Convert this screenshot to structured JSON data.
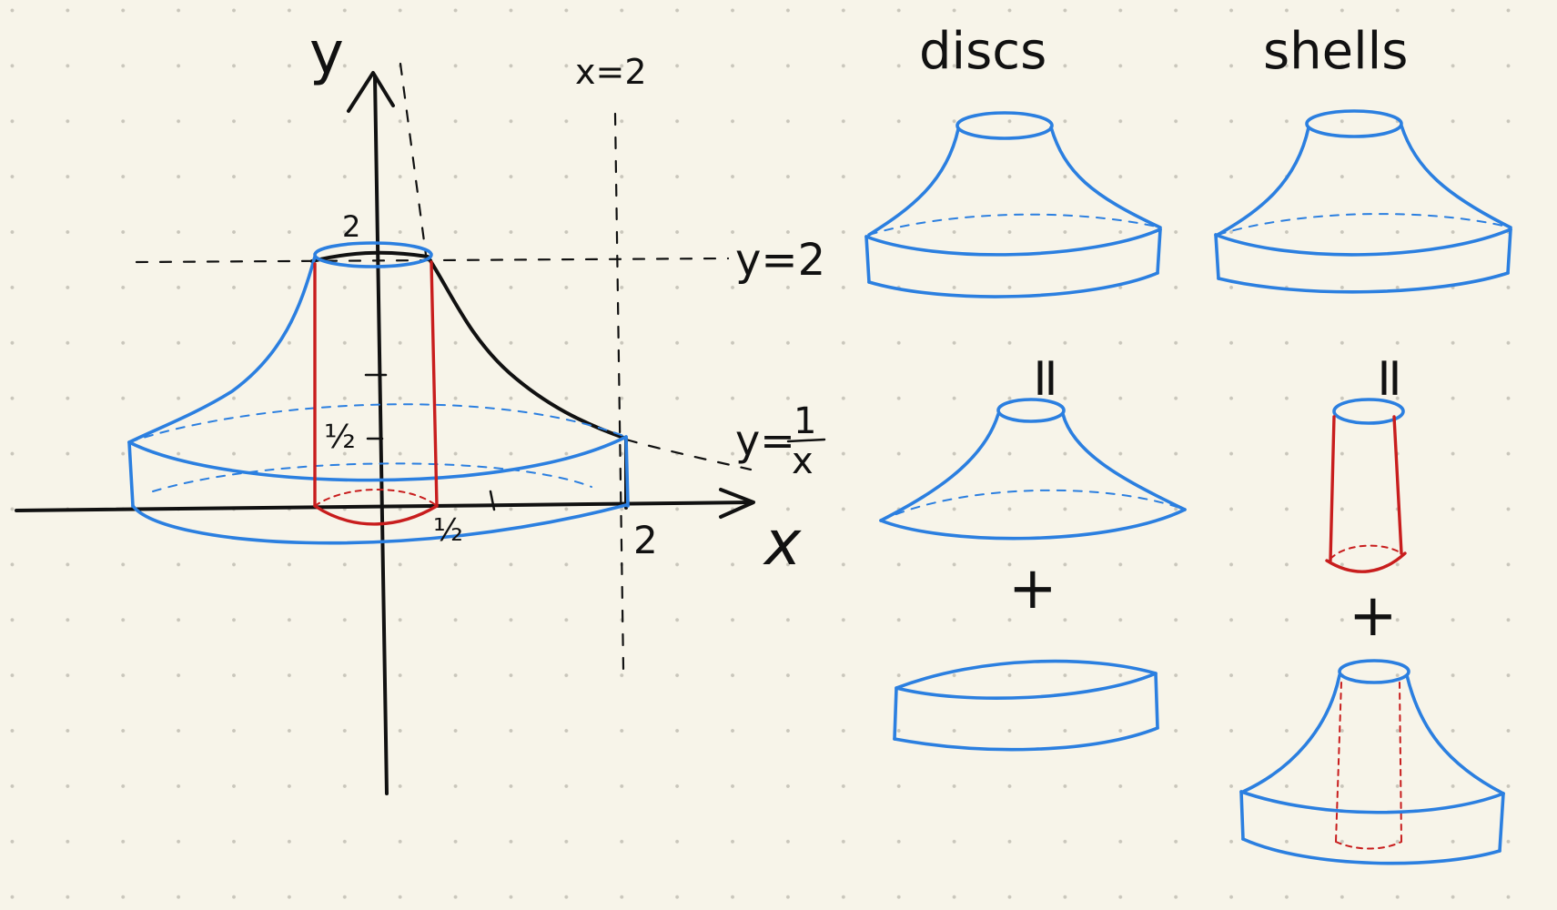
{
  "labels": {
    "y_axis": "y",
    "x_axis": "x",
    "line_x2": "x=2",
    "line_y2": "y=2",
    "curve_y": "y=",
    "curve_num": "1",
    "curve_den": "x",
    "tick_y2": "2",
    "tick_y_half": "½",
    "tick_x_half": "½",
    "tick_x2": "2",
    "heading_discs": "discs",
    "heading_shells": "shells",
    "equals": "=",
    "plus": "+"
  },
  "colors": {
    "ink": "#111111",
    "solid": "#2b7fe0",
    "highlight": "#c81d1d",
    "paper": "#f7f4e9"
  }
}
